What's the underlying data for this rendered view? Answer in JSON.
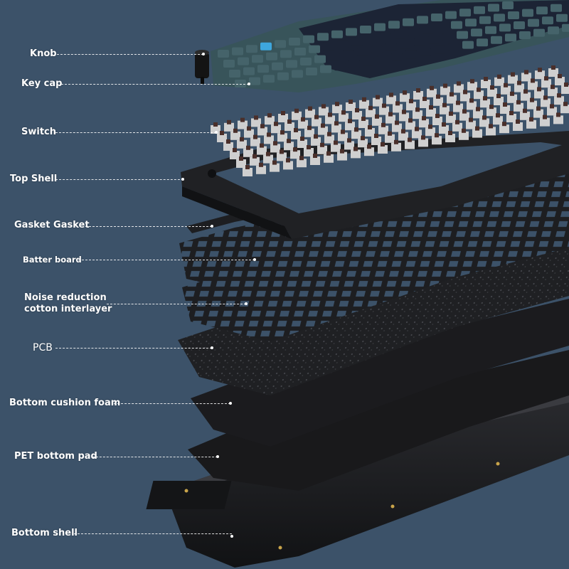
{
  "colors": {
    "background": "#3c5269",
    "keycap_teal": "#38545a",
    "keycap_navy": "#1c2435",
    "keycap_accent": "#3ea7de",
    "switch_housing": "#cfcfcf",
    "switch_stem": "#4a2f2a",
    "layer_black": "#1d1e21",
    "label_text": "#ffffff"
  },
  "labels": {
    "knob": "Knob",
    "keycap": "Key cap",
    "switch": "Switch",
    "top_shell": "Top Shell",
    "gasket": "Gasket Gasket",
    "batter_board": "Batter board",
    "noise_line1": "Noise reduction",
    "noise_line2": "cotton interlayer",
    "pcb": "PCB",
    "bottom_foam": "Bottom cushion foam",
    "pet_pad": "PET bottom pad",
    "bottom_shell": "Bottom shell"
  },
  "icons": {
    "knob": "rotary-knob-icon"
  }
}
